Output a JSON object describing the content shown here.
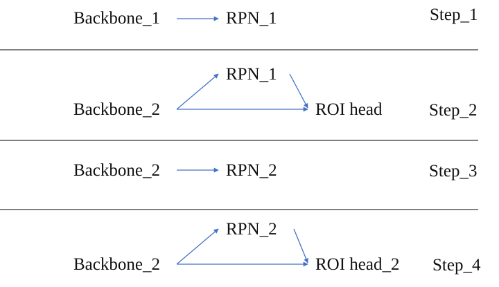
{
  "steps": [
    {
      "step_label": "Step_1",
      "nodes": {
        "backbone": "Backbone_1",
        "rpn": "RPN_1"
      }
    },
    {
      "step_label": "Step_2",
      "nodes": {
        "backbone": "Backbone_2",
        "rpn": "RPN_1",
        "roi_head": "ROI head"
      }
    },
    {
      "step_label": "Step_3",
      "nodes": {
        "backbone": "Backbone_2",
        "rpn": "RPN_2"
      }
    },
    {
      "step_label": "Step_4",
      "nodes": {
        "backbone": "Backbone_2",
        "rpn": "RPN_2",
        "roi_head": "ROI head_2"
      }
    }
  ],
  "colors": {
    "arrow": "#4472c4",
    "divider": "#000000",
    "text": "#111111"
  }
}
